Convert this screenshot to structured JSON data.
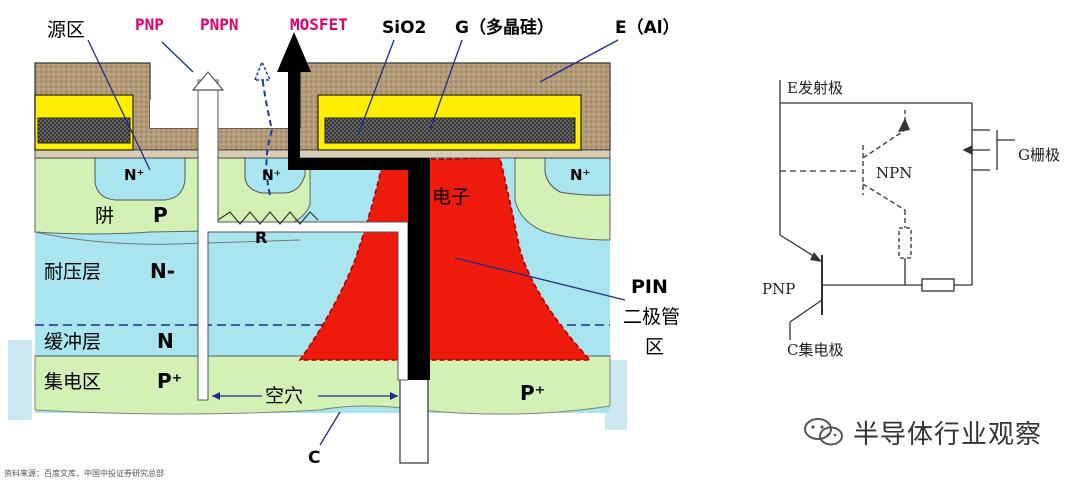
{
  "left_diagram": {
    "labels": {
      "source_region": "源区",
      "pnp": "PNP",
      "pnpn": "PNPN",
      "mosfet": "MOSFET",
      "sio2": "SiO2",
      "gate": "G（多晶硅）",
      "emitter": "E（Al）",
      "n_plus_left": "N⁺",
      "n_plus_mid": "N⁺",
      "n_plus_right": "N⁺",
      "well": "阱",
      "p": "P",
      "resistor": "R",
      "electron": "电子",
      "drift_layer": "耐压层",
      "n_minus": "N-",
      "pin_line1": "PIN",
      "pin_line2": "二极管",
      "pin_line3": "区",
      "buffer_layer": "缓冲层",
      "n": "N",
      "collector_region": "集电区",
      "p_plus_left": "P⁺",
      "hole": "空穴",
      "p_plus_right": "P⁺",
      "collector": "C"
    }
  },
  "right_diagram": {
    "labels": {
      "emitter": "E发射极",
      "gate": "G栅极",
      "npn": "NPN",
      "pnp": "PNP",
      "collector": "C集电极"
    }
  },
  "watermark": {
    "text": "半导体行业观察",
    "icon": "wechat-icon"
  },
  "footer": {
    "source": "资料来源：百度文库、中国中投证券研究总部"
  },
  "colors": {
    "light_green": "#d3f0b5",
    "cyan": "#a9e5ef",
    "yellow": "#ffee00",
    "metal_brown": "#b49b78",
    "electron_red": "#ee1a0c",
    "pink_text": "#e0006e"
  }
}
